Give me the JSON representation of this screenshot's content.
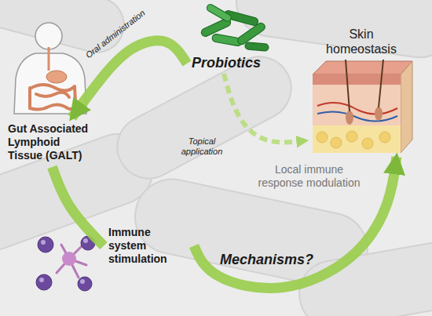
{
  "diagram": {
    "nodes": [
      {
        "text": [
          "Probiotics"
        ]
      },
      {
        "text": [
          "Skin homeostasis"
        ]
      },
      {
        "text": [
          "Gut Associated Lymphoid Tissue (GALT)"
        ]
      },
      {
        "text": [
          "Immune system stimulation"
        ]
      }
    ],
    "edges": [
      {
        "from": 0,
        "to": 2,
        "arrow": "to",
        "label": "Oral administration"
      },
      {
        "from": 0,
        "to": 1,
        "arrow": "to",
        "label": "Topical application"
      },
      {
        "from": 2,
        "to": 3,
        "arrow": "none"
      },
      {
        "from": 3,
        "to": 1,
        "arrow": "to",
        "label": "Mechanisms?"
      }
    ],
    "labels": [
      "Local immune response modulation"
    ]
  }
}
